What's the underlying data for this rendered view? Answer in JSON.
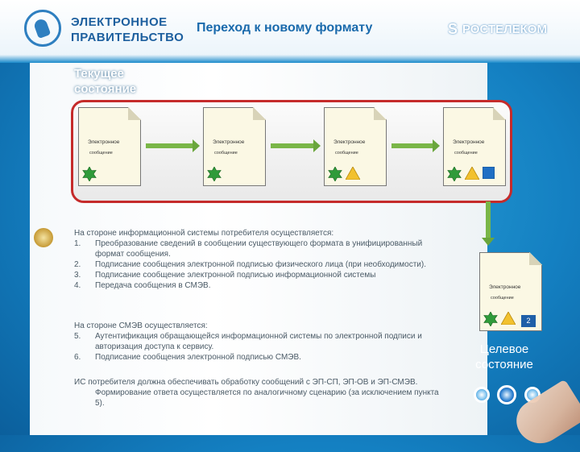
{
  "header": {
    "logo_line1": "ЭЛЕКТРОННОЕ",
    "logo_line2": "ПРАВИТЕЛЬСТВО",
    "title": "Переход к новому формату",
    "partner_logo": "РОСТЕЛЕКОМ"
  },
  "section_current": {
    "line1": "Текущее",
    "line2": "состояние"
  },
  "docs": [
    {
      "line1": "Электронное",
      "line2": "сообщение",
      "symbols": [
        "green-star"
      ]
    },
    {
      "line1": "Электронное",
      "line2": "сообщение",
      "symbols": [
        "green-star"
      ]
    },
    {
      "line1": "Электронное",
      "line2": "сообщение",
      "symbols": [
        "green-star",
        "yellow-triangle"
      ]
    },
    {
      "line1": "Электронное",
      "line2": "сообщение",
      "symbols": [
        "green-star",
        "yellow-triangle",
        "blue-square"
      ]
    }
  ],
  "target_doc": {
    "line1": "Электронное",
    "line2": "сообщение",
    "badge": "2",
    "symbols": [
      "green-star",
      "yellow-triangle"
    ]
  },
  "target_label": {
    "line1": "Целевое",
    "line2": "состояние"
  },
  "consumer": {
    "intro": "На стороне информационной системы потребителя осуществляется:",
    "items": [
      {
        "n": "1.",
        "text": "Преобразование сведений в сообщении существующего формата в унифицированный формат сообщения."
      },
      {
        "n": "2.",
        "text": "Подписание сообщения электронной подписью физического лица (при необходимости)."
      },
      {
        "n": "3.",
        "text": "Подписание сообщение электронной подписью информационной системы"
      },
      {
        "n": "4.",
        "text": "Передача сообщения в СМЭВ."
      }
    ]
  },
  "smev": {
    "intro": "На стороне СМЭВ осуществляется:",
    "items": [
      {
        "n": "5.",
        "text": "Аутентификация обращающейся информационной системы по электронной подписи и авторизация доступа к сервису."
      },
      {
        "n": "6.",
        "text": "Подписание сообщения электронной подписью СМЭВ."
      }
    ]
  },
  "footer_note": "ИС потребителя должна обеспечивать обработку сообщений с ЭП-СП, ЭП-ОВ и ЭП-СМЭВ. Формирование ответа осуществляется по аналогичному сценарию (за исключением пункта 5).",
  "nav": {
    "count": 3,
    "active_index": 1
  },
  "colors": {
    "header_blue": "#1a6aac",
    "frame_red": "#c52b2b",
    "arrow_green": "#7ab648",
    "background": "#1480c2"
  }
}
